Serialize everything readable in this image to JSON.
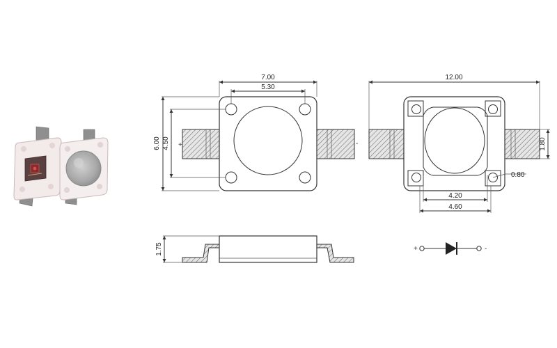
{
  "photo": {
    "left_led": "SMD LED, front view with emitter chip",
    "right_led": "SMD LED, front view with lens"
  },
  "top_view": {
    "width_outer": "7.00",
    "hole_spacing_x": "5.30",
    "height_outer": "6.00",
    "hole_spacing_y": "4.50",
    "plus_mark": "+",
    "minus_mark": "-"
  },
  "bottom_view": {
    "total_length": "12.00",
    "lead_width": "1.80",
    "hole_diameter": "0.80",
    "inner_width": "4.20",
    "pad_width": "4.60"
  },
  "side_view": {
    "height": "1.75"
  },
  "symbol": {
    "plus": "+",
    "minus": "-"
  },
  "colors": {
    "line": "#333333",
    "hatch": "#777777",
    "led_body": "#f1e8e8",
    "lead_metal": "#9a9a9a",
    "lens": "#b8b8b8",
    "chip": "#8a2a2a"
  }
}
